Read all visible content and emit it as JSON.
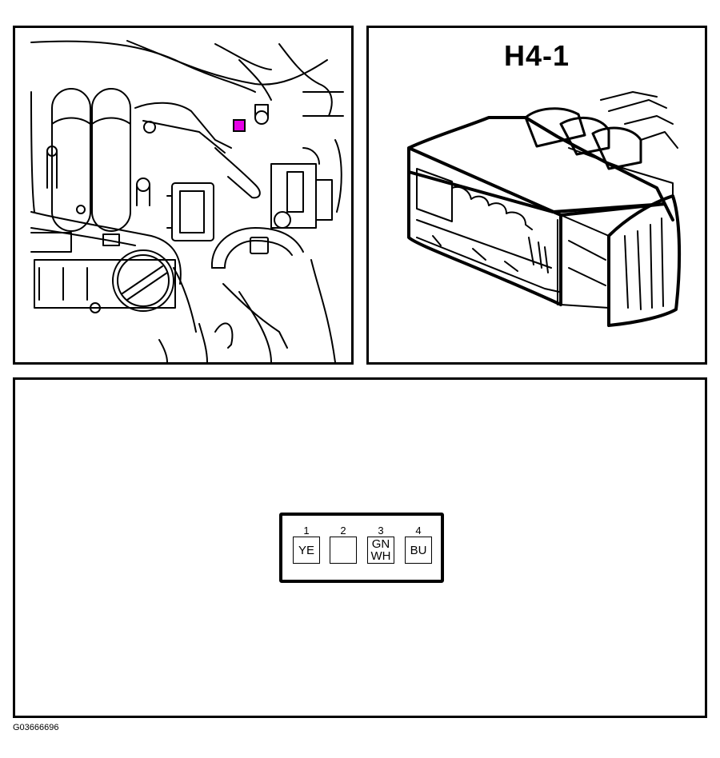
{
  "connector": {
    "title": "H4-1",
    "highlight_color": "#e600e6"
  },
  "pinout": {
    "pins": [
      {
        "number": "1",
        "wire_colors": [
          "YE"
        ]
      },
      {
        "number": "2",
        "wire_colors": []
      },
      {
        "number": "3",
        "wire_colors": [
          "GN",
          "WH"
        ]
      },
      {
        "number": "4",
        "wire_colors": [
          "BU"
        ]
      }
    ]
  },
  "figure_id": "G03666696"
}
